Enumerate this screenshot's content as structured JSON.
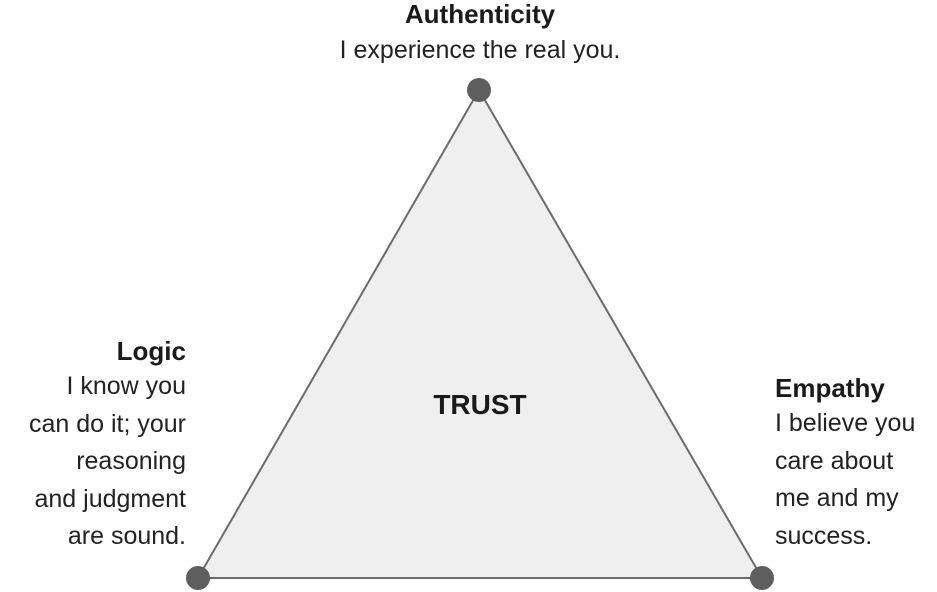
{
  "center": {
    "label": "TRUST"
  },
  "top": {
    "heading": "Authenticity",
    "lines": [
      "I experience the real you."
    ]
  },
  "left": {
    "heading": "Logic",
    "lines": [
      "I know you",
      "can do it; your",
      "reasoning",
      "and judgment",
      "are sound."
    ]
  },
  "right": {
    "heading": "Empathy",
    "lines": [
      "I believe you",
      "care about",
      "me and my",
      "success."
    ]
  },
  "colors": {
    "triangle_fill": "#efefef",
    "triangle_stroke": "#6b6b6b",
    "vertex_dot": "#5e5e5e"
  }
}
